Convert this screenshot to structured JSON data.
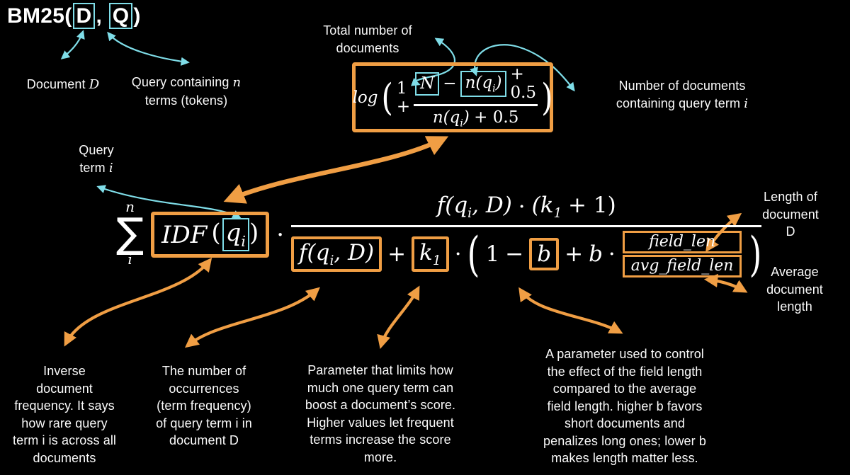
{
  "colors": {
    "orange": "#F09E44",
    "cyan": "#7FDDE8",
    "text": "#FFFFFF",
    "background": "#000000"
  },
  "title": {
    "prefix": "BM25(",
    "doc_var": "D",
    "separator": ", ",
    "query_var": "Q",
    "close": ")"
  },
  "annotations": {
    "document_d": {
      "text": "Document",
      "var": "D"
    },
    "query_terms": {
      "line1_text": "Query containing",
      "line1_var": "n",
      "line2": "terms (tokens)"
    },
    "total_docs": {
      "line1": "Total number of",
      "line2": "documents"
    },
    "docs_containing": {
      "line1": "Number of documents",
      "line2_text": "containing query term",
      "line2_var": "i"
    },
    "query_term_i": {
      "line1": "Query",
      "line2_text": "term",
      "line2_var": "i"
    },
    "doc_length": {
      "line1": "Length of",
      "line2": "document",
      "line3": "D"
    },
    "avg_doc_length": {
      "line1": "Average",
      "line2": "document",
      "line3": "length"
    },
    "idf_explain": {
      "lines": [
        "Inverse",
        "document",
        "frequency. It says",
        "how rare query",
        "term i is across all",
        "documents"
      ]
    },
    "tf_explain": {
      "lines": [
        "The number of",
        "occurrences",
        "(term frequency)",
        "of query term i in",
        "document D"
      ]
    },
    "k1_explain": {
      "lines": [
        "Parameter that limits how",
        "much one query term can",
        "boost a document’s score.",
        "Higher values let frequent",
        "terms increase the score",
        "more."
      ]
    },
    "b_explain": {
      "lines": [
        "A parameter used to control",
        "the effect of the field length",
        "compared to the average",
        "field length. higher b favors",
        "short documents and",
        "penalizes long ones; lower b",
        "makes length matter less."
      ]
    }
  },
  "idf_formula": {
    "func": "log",
    "open_paren": "(",
    "one_plus": "1 +",
    "n_total": "N",
    "minus": "−",
    "nq_pre": "n(q",
    "nq_sub": "i",
    "nq_close": ")",
    "plus_half": "+ 0.5",
    "den_pre": "n(q",
    "den_sub": "i",
    "den_close": ")",
    "den_plus_half": "+ 0.5",
    "close_paren": ")"
  },
  "main_formula": {
    "sum_upper": "n",
    "sigma": "∑",
    "sum_lower": "i",
    "idf_label": "IDF",
    "idf_open": "(",
    "q_var": "q",
    "q_sub": "i",
    "idf_close": ")",
    "times": "·",
    "numerator": {
      "f_pre": "f(q",
      "f_sub": "i",
      "f_close": ", D)",
      "times": "·",
      "k_open": "(k",
      "k_sub": "1",
      "k_close": "+ 1)"
    },
    "denominator": {
      "f_pre": "f(q",
      "f_sub": "i",
      "f_close": ", D)",
      "plus": "+",
      "k_var": "k",
      "k_sub": "1",
      "times": "·",
      "open_paren": "(",
      "one": "1",
      "minus": "−",
      "b_var": "b",
      "plus2": "+",
      "b_var2": "b",
      "times2": "·",
      "field_len": "field_len",
      "avg_field_len": "avg_field_len",
      "close_paren": ")"
    }
  }
}
